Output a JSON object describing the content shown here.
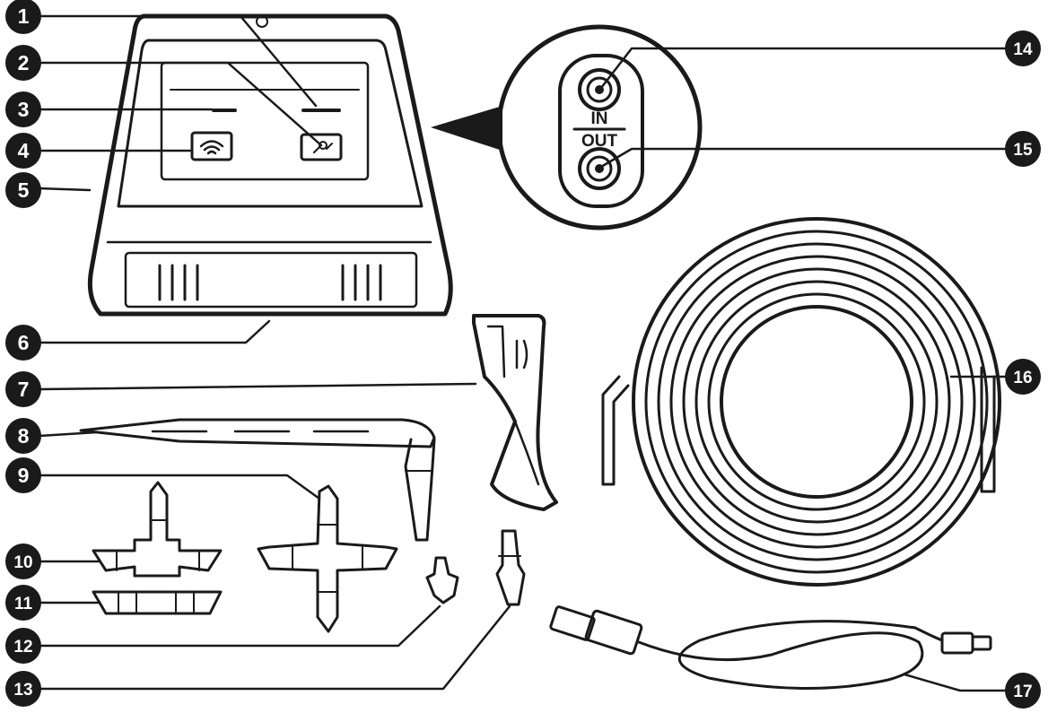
{
  "callouts": [
    {
      "id": "1",
      "label": "1"
    },
    {
      "id": "2",
      "label": "2"
    },
    {
      "id": "3",
      "label": "3"
    },
    {
      "id": "4",
      "label": "4"
    },
    {
      "id": "5",
      "label": "5"
    },
    {
      "id": "6",
      "label": "6"
    },
    {
      "id": "7",
      "label": "7"
    },
    {
      "id": "8",
      "label": "8"
    },
    {
      "id": "9",
      "label": "9"
    },
    {
      "id": "10",
      "label": "10"
    },
    {
      "id": "11",
      "label": "11"
    },
    {
      "id": "12",
      "label": "12"
    },
    {
      "id": "13",
      "label": "13"
    },
    {
      "id": "14",
      "label": "14"
    },
    {
      "id": "15",
      "label": "15"
    },
    {
      "id": "16",
      "label": "16"
    },
    {
      "id": "17",
      "label": "17"
    }
  ],
  "ports": {
    "in_label": "IN",
    "out_label": "OUT"
  },
  "colors": {
    "line": "#1a1a1a",
    "badge": "#1a1a1a",
    "background": "#ffffff"
  }
}
